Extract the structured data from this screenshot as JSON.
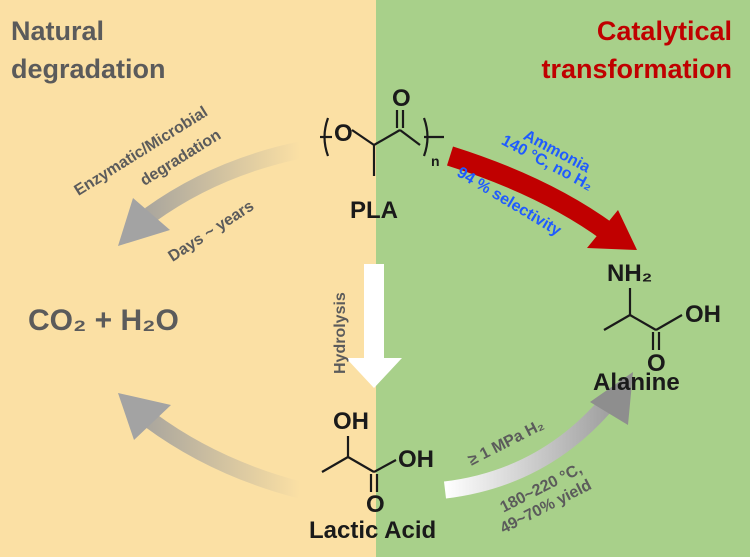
{
  "panels": {
    "left_color": "#fbe0a4",
    "right_color": "#a8d08a",
    "left_title_line1": "Natural",
    "left_title_line2": "degradation",
    "right_title_line1": "Catalytical",
    "right_title_line2": "transformation",
    "right_title_color": "#c00000"
  },
  "natural_route": {
    "line1": "Enzymatic/Microbial",
    "line2": "degradation",
    "time": "Days ~ years",
    "products": "CO₂ + H₂O"
  },
  "hydrolysis": {
    "label": "Hydrolysis"
  },
  "catalytic_route": {
    "reagent": "Ammonia",
    "conditions": "140 °C, no H₂",
    "selectivity": "94 % selectivity",
    "arrow_color": "#c00000",
    "text_color": "#1f5bff"
  },
  "hydrogenation": {
    "pressure": "≥ 1 MPa H₂",
    "temperature": "180~220 °C,",
    "yield": "49~70% yield"
  },
  "molecules": {
    "pla": {
      "name": "PLA",
      "atom_o": "O",
      "carbonyl_o": "O",
      "subscript": "n"
    },
    "alanine": {
      "name": "Alanine",
      "nh2": "NH₂",
      "oh": "OH",
      "carbonyl_o": "O"
    },
    "lactic_acid": {
      "name": "Lactic Acid",
      "oh_top": "OH",
      "oh_acid": "OH",
      "carbonyl_o": "O"
    }
  }
}
